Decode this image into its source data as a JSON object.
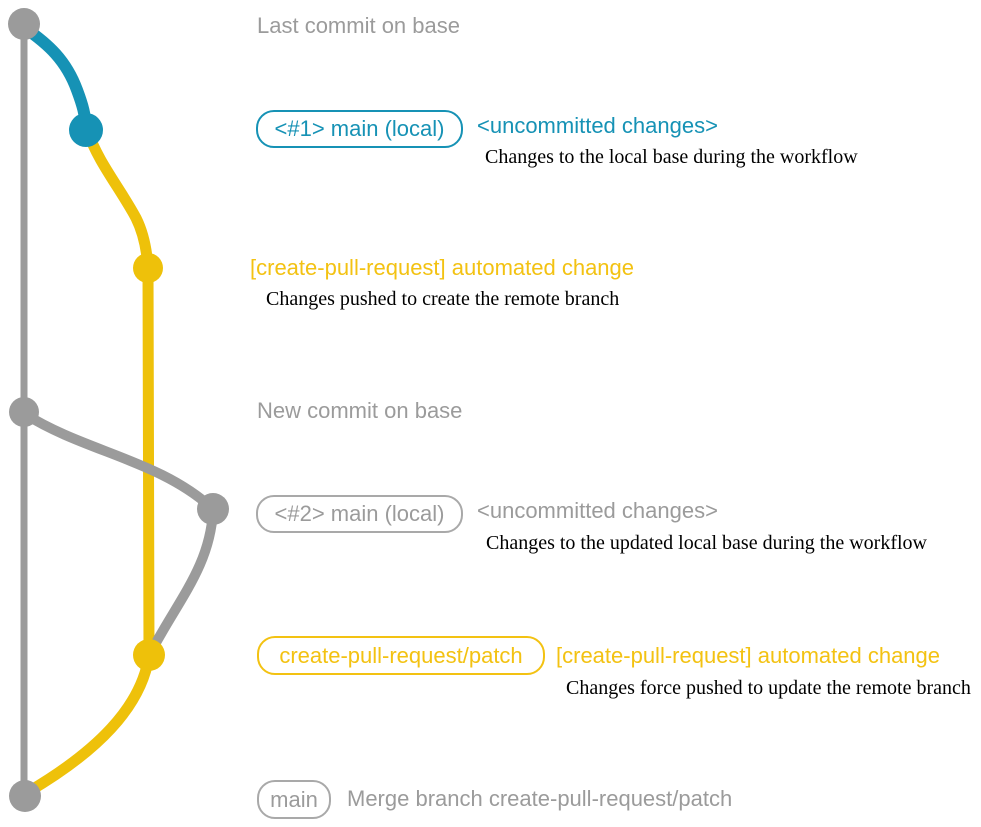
{
  "colors": {
    "background": "#ffffff",
    "gray": "#9b9b9b",
    "gray_border": "#a9a9a9",
    "teal": "#1692b5",
    "yellow": "#eec10a",
    "yellow_bright": "#f3c212",
    "text_black": "#000000"
  },
  "graph": {
    "branches": [
      {
        "name": "base (main)",
        "color": "#9b9b9b"
      },
      {
        "name": "main (local)",
        "color": "#1692b5"
      },
      {
        "name": "create-pull-request/patch",
        "color": "#eec10a"
      }
    ],
    "nodes": [
      {
        "id": "last-commit-on-base",
        "branch": "base (main)"
      },
      {
        "id": "local-uncommitted-1",
        "branch": "main (local)"
      },
      {
        "id": "automated-change-1",
        "branch": "create-pull-request/patch"
      },
      {
        "id": "new-commit-on-base",
        "branch": "base (main)"
      },
      {
        "id": "local-uncommitted-2",
        "branch": "base (main)"
      },
      {
        "id": "automated-change-2",
        "branch": "create-pull-request/patch"
      },
      {
        "id": "merge-commit",
        "branch": "base (main)"
      }
    ]
  },
  "annotations": {
    "last_commit": "Last commit on base",
    "new_commit": "New commit on base",
    "merge_message": "Merge branch create-pull-request/patch"
  },
  "badges": {
    "main_local_1": "<#1> main (local)",
    "main_local_2": "<#2> main (local)",
    "cpr_patch": "create-pull-request/patch",
    "main": "main"
  },
  "notes": {
    "uncommitted_1": "<uncommitted changes>",
    "uncommitted_2": "<uncommitted changes>",
    "automated_1": "[create-pull-request] automated change",
    "automated_2": "[create-pull-request] automated change"
  },
  "descriptions": {
    "d1": "Changes to the local base during the workflow",
    "d2": "Changes pushed to create the remote branch",
    "d3": "Changes to the updated local base during the workflow",
    "d4": "Changes force pushed to update the remote branch"
  }
}
